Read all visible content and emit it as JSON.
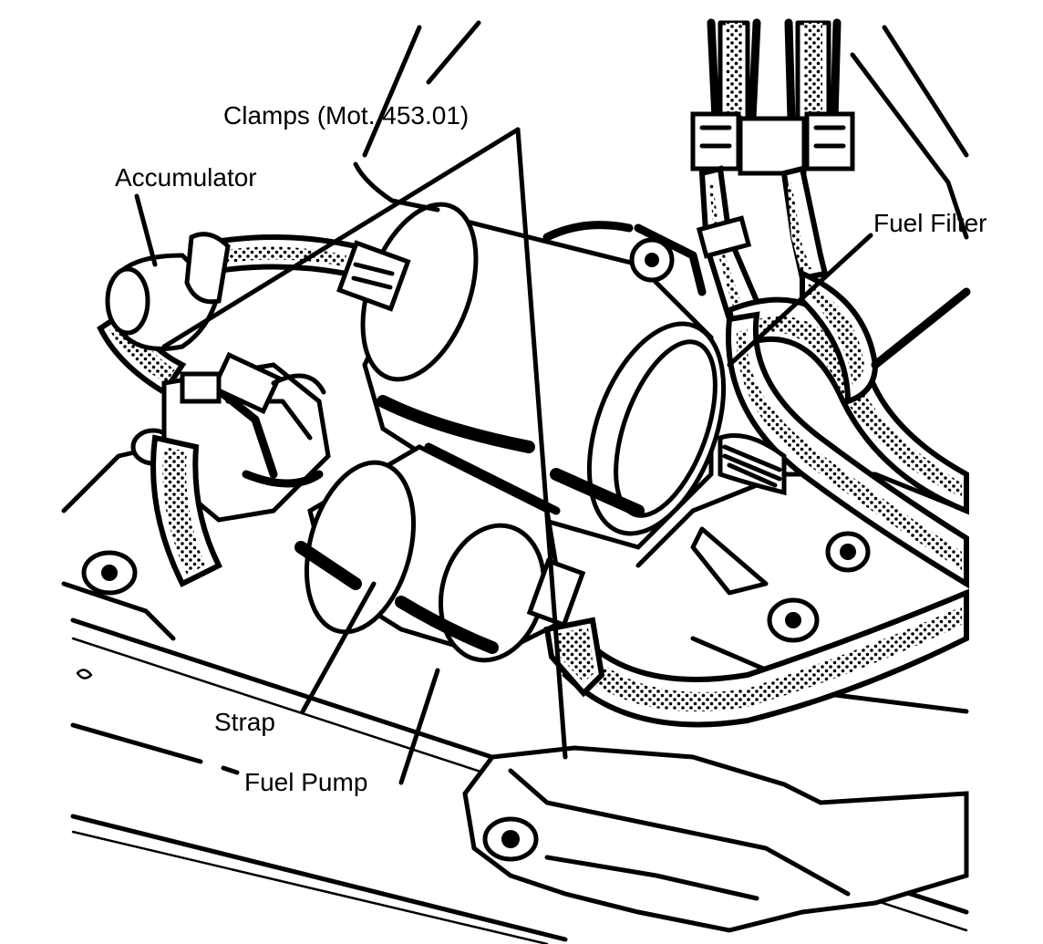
{
  "labels": {
    "clamps": "Clamps (Mot. 453.01)",
    "accumulator": "Accumulator",
    "fuel_filter": "Fuel Filter",
    "strap": "Strap",
    "fuel_pump": "Fuel Pump"
  }
}
